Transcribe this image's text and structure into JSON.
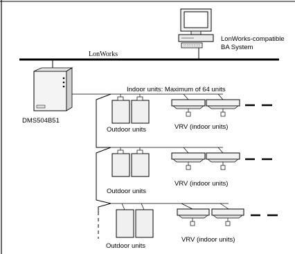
{
  "network": {
    "bus_label": "LonWorks"
  },
  "ba_system": {
    "label_line1": "LonWorks-compatible",
    "label_line2": "BA System"
  },
  "controller": {
    "label": "DMS504B51"
  },
  "indoor_limit_note": "Indoor units: Maximum of 64 units",
  "groups": [
    {
      "outdoor_label": "Outdoor units",
      "vrv_label": "VRV (indoor units)"
    },
    {
      "outdoor_label": "Outdoor units",
      "vrv_label": "VRV (indoor units)"
    },
    {
      "outdoor_label": "Outdoor units",
      "vrv_label": "VRV (indoor units)"
    }
  ],
  "icons": {
    "computer": "computer-icon",
    "controller": "controller-box-icon",
    "outdoor_unit": "outdoor-unit-icon",
    "indoor_unit": "ceiling-indoor-unit-icon",
    "continuation": "dash-continuation-icon"
  }
}
